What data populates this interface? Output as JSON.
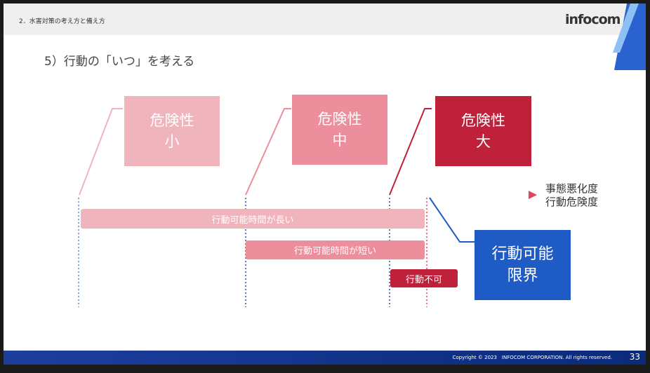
{
  "header": {
    "section": "2．水害対策の考え方と備え方",
    "logo": "infocom"
  },
  "title": "5）行動の「いつ」を考える",
  "risk_boxes": [
    {
      "label": "危険性\n小",
      "color": "#f0b4bd"
    },
    {
      "label": "危険性\n中",
      "color": "#ec8e9c"
    },
    {
      "label": "危険性\n大",
      "color": "#c0213a"
    }
  ],
  "axis_label": [
    "事態悪化度",
    "行動危険度"
  ],
  "bars": [
    {
      "label": "行動可能時間が長い",
      "color": "#f0b4bd"
    },
    {
      "label": "行動可能時間が短い",
      "color": "#ec8e9c"
    },
    {
      "label": "行動不可",
      "color": "#c0213a"
    }
  ],
  "limit_box": {
    "label": "行動可能\n限界",
    "color": "#1f5bc4"
  },
  "footer": {
    "copyright": "Copyright © 2023　INFOCOM CORPORATION. All rights reserved.",
    "page": "33"
  }
}
